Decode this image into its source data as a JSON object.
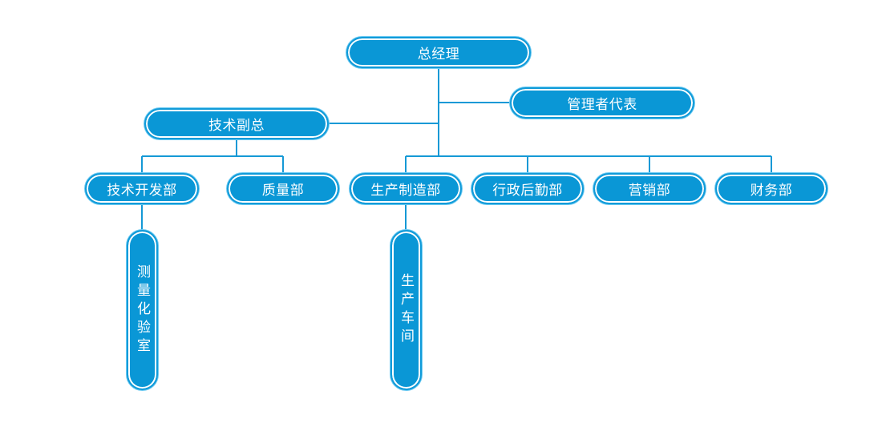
{
  "colors": {
    "node_fill": "#0a97d6",
    "node_border": "#119bd9",
    "line": "#1599d6",
    "text": "#ffffff"
  },
  "org": {
    "general_manager": "总经理",
    "management_rep": "管理者代表",
    "tech_vp": "技术副总",
    "departments": {
      "tech_dev": "技术开发部",
      "quality": "质量部",
      "production": "生产制造部",
      "admin_logistics": "行政后勤部",
      "marketing": "营销部",
      "finance": "财务部"
    },
    "sub_units": {
      "measurement_lab": "测量化验室",
      "production_workshop": "生产车间"
    }
  }
}
